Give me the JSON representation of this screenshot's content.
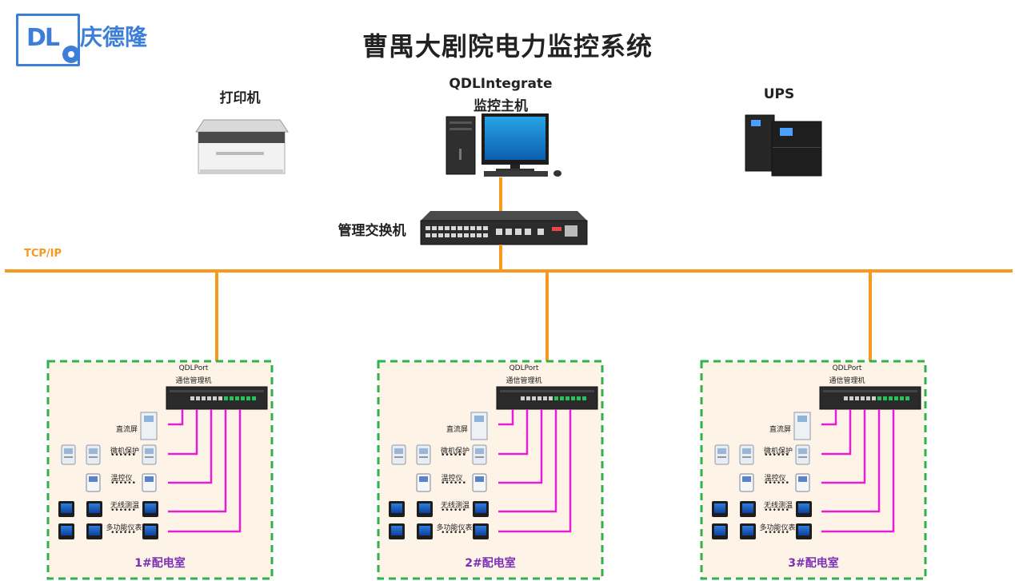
{
  "header": {
    "title": "曹禺大剧院电力监控系统",
    "logo_letters": "DL",
    "logo_text": "庆德隆"
  },
  "top_devices": {
    "printer": "打印机",
    "host_line1": "QDLIntegrate",
    "host_line2": "监控主机",
    "ups": "UPS",
    "switch": "管理交换机"
  },
  "network": {
    "bus_label": "TCP/IP",
    "bus_color": "#f59a1f",
    "field_color": "#e51ed6",
    "room_border_color": "#2fb24a"
  },
  "rooms": [
    {
      "name": "1#配电室"
    },
    {
      "name": "2#配电室"
    },
    {
      "name": "3#配电室"
    }
  ],
  "room_template": {
    "gateway_line1": "QDLPort",
    "gateway_line2": "通信管理机",
    "dc_panel": "直流屏",
    "micro_protection": "微机保护",
    "temp_controller": "温控仪",
    "wireless_temp": "无线测温",
    "multi_meter": "多功能仪表",
    "dots": "••••••"
  }
}
